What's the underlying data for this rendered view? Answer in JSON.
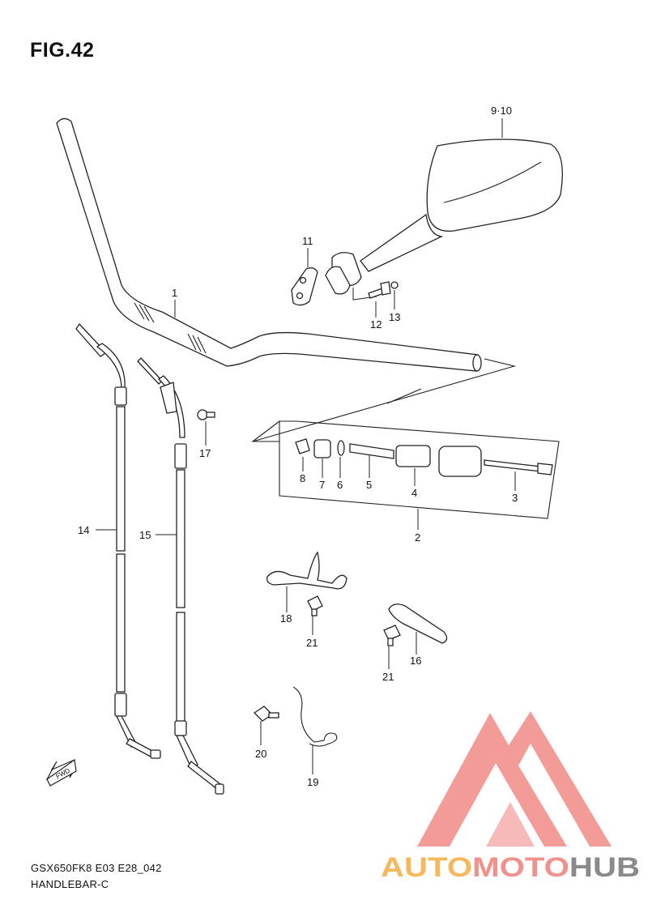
{
  "figure": {
    "title": "FIG.42",
    "model_code": "GSX650FK8 E03 E28_042",
    "section_name": "HANDLEBAR-C"
  },
  "parts": [
    {
      "callout": "1"
    },
    {
      "callout": "2"
    },
    {
      "callout": "3"
    },
    {
      "callout": "4"
    },
    {
      "callout": "5"
    },
    {
      "callout": "6"
    },
    {
      "callout": "7"
    },
    {
      "callout": "8"
    },
    {
      "callout": "9·10"
    },
    {
      "callout": "11"
    },
    {
      "callout": "12"
    },
    {
      "callout": "13"
    },
    {
      "callout": "14"
    },
    {
      "callout": "15"
    },
    {
      "callout": "16"
    },
    {
      "callout": "17"
    },
    {
      "callout": "18"
    },
    {
      "callout": "19"
    },
    {
      "callout": "20"
    },
    {
      "callout": "21"
    },
    {
      "callout": "21"
    }
  ],
  "direction_marker": "FWD",
  "watermark": {
    "brand": "AUTOMOTOHUB",
    "colors": {
      "auto": "#f6b85a",
      "moto": "#f0918c",
      "hub": "#8a8a8a",
      "logo": "#f08a86"
    }
  }
}
